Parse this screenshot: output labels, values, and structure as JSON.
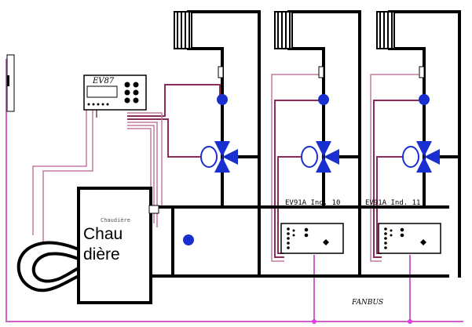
{
  "controller": {
    "label": "EV87"
  },
  "boiler": {
    "label_line1": "Chau",
    "label_line2": "dière",
    "label_small": "Chaudière"
  },
  "zones": [
    {
      "label": "EV91A Ind. 10"
    },
    {
      "label": "EV91A Ind. 11"
    }
  ],
  "bus": {
    "label": "FANBUS"
  },
  "colors": {
    "pipe": "#000000",
    "signal_wire": "#8b2c5a",
    "sensor_wire": "#c27ba0",
    "bus_line": "#d060c8",
    "bus_node": "#e040e0",
    "pump": "#1a2fd0",
    "valve": "#1a2fd0"
  }
}
